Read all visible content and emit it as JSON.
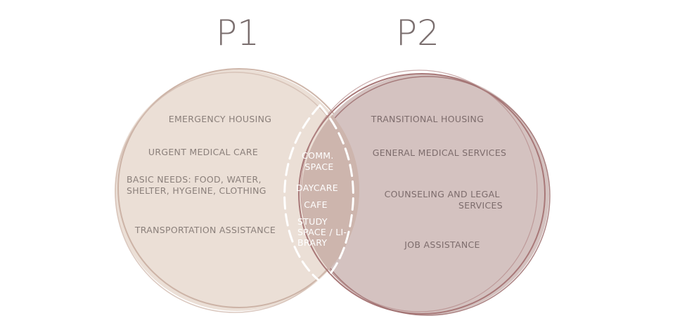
{
  "titles": {
    "left": "P1",
    "right": "P2"
  },
  "left_items": [
    [
      "EMERGENCY HOUSING"
    ],
    [
      "URGENT MEDICAL CARE"
    ],
    [
      "BASIC NEEDS: FOOD, WATER,",
      "SHELTER, HYGEINE, CLOTHING"
    ],
    [
      "TRANSPORTATION ASSISTANCE"
    ]
  ],
  "right_items": [
    [
      "TRANSITIONAL HOUSING"
    ],
    [
      "GENERAL MEDICAL SERVICES"
    ],
    [
      "COUNSELING AND LEGAL",
      "SERVICES"
    ],
    [
      "JOB ASSISTANCE"
    ]
  ],
  "overlap_items": [
    [
      "COMM.",
      "SPACE"
    ],
    [
      "DAYCARE"
    ],
    [
      "CAFE"
    ],
    [
      "STUDY",
      "SPACE / LI-",
      "BRARY"
    ]
  ],
  "colors": {
    "p1_fill": "#ebdfd6",
    "p1_stroke": "#c9aea1",
    "p2_fill": "#d4c2c0",
    "p2_stroke": "#a87878",
    "overlap_fill": "#cdb5ad",
    "title": "#7a6e6e"
  }
}
